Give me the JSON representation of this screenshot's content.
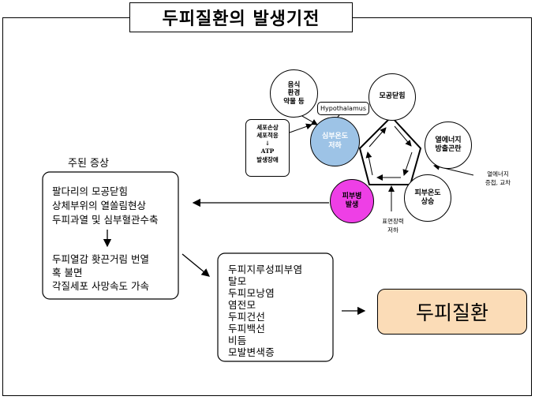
{
  "title": "두피질환의 발생기전",
  "cycle": {
    "hair_pore": "모공닫힘",
    "heat_release": "열에너지\n방출곤란",
    "skin_temp_rise": "피부온도\n상승",
    "skin_disease": "피부병\n발생",
    "core_temp_drop": "심부온도\n저하"
  },
  "causes": {
    "diet": "음식\n환경\n약물 등",
    "cell": "세포손상\n세포적응\n↓\nATP\n발생장애",
    "hypothalamus": "Hypothalamus"
  },
  "notes": {
    "heat_accumulation": "열에너지\n증첩, 교차",
    "surface_tension": "표면장력\n저하"
  },
  "symptoms": {
    "heading": "주된 증상",
    "lines": [
      "팔다리의 모공닫힘",
      "상체부위의 열쏠림현상",
      "두피과열 및 심부혈관수축",
      "두피열감 홧끈거림 번열",
      "혹 불면",
      "각질세포 사망속도 가속"
    ]
  },
  "diseases": [
    "두피지루성피부염",
    "탈모",
    "두피모낭염",
    "염전모",
    "두피건선",
    "두피백선",
    "비듬",
    "모발변색증"
  ],
  "result": "두피질환",
  "colors": {
    "core_temp_fill": "#9dc3e6",
    "skin_disease_fill": "#ee3fe6",
    "result_fill": "#fbdcb7"
  }
}
